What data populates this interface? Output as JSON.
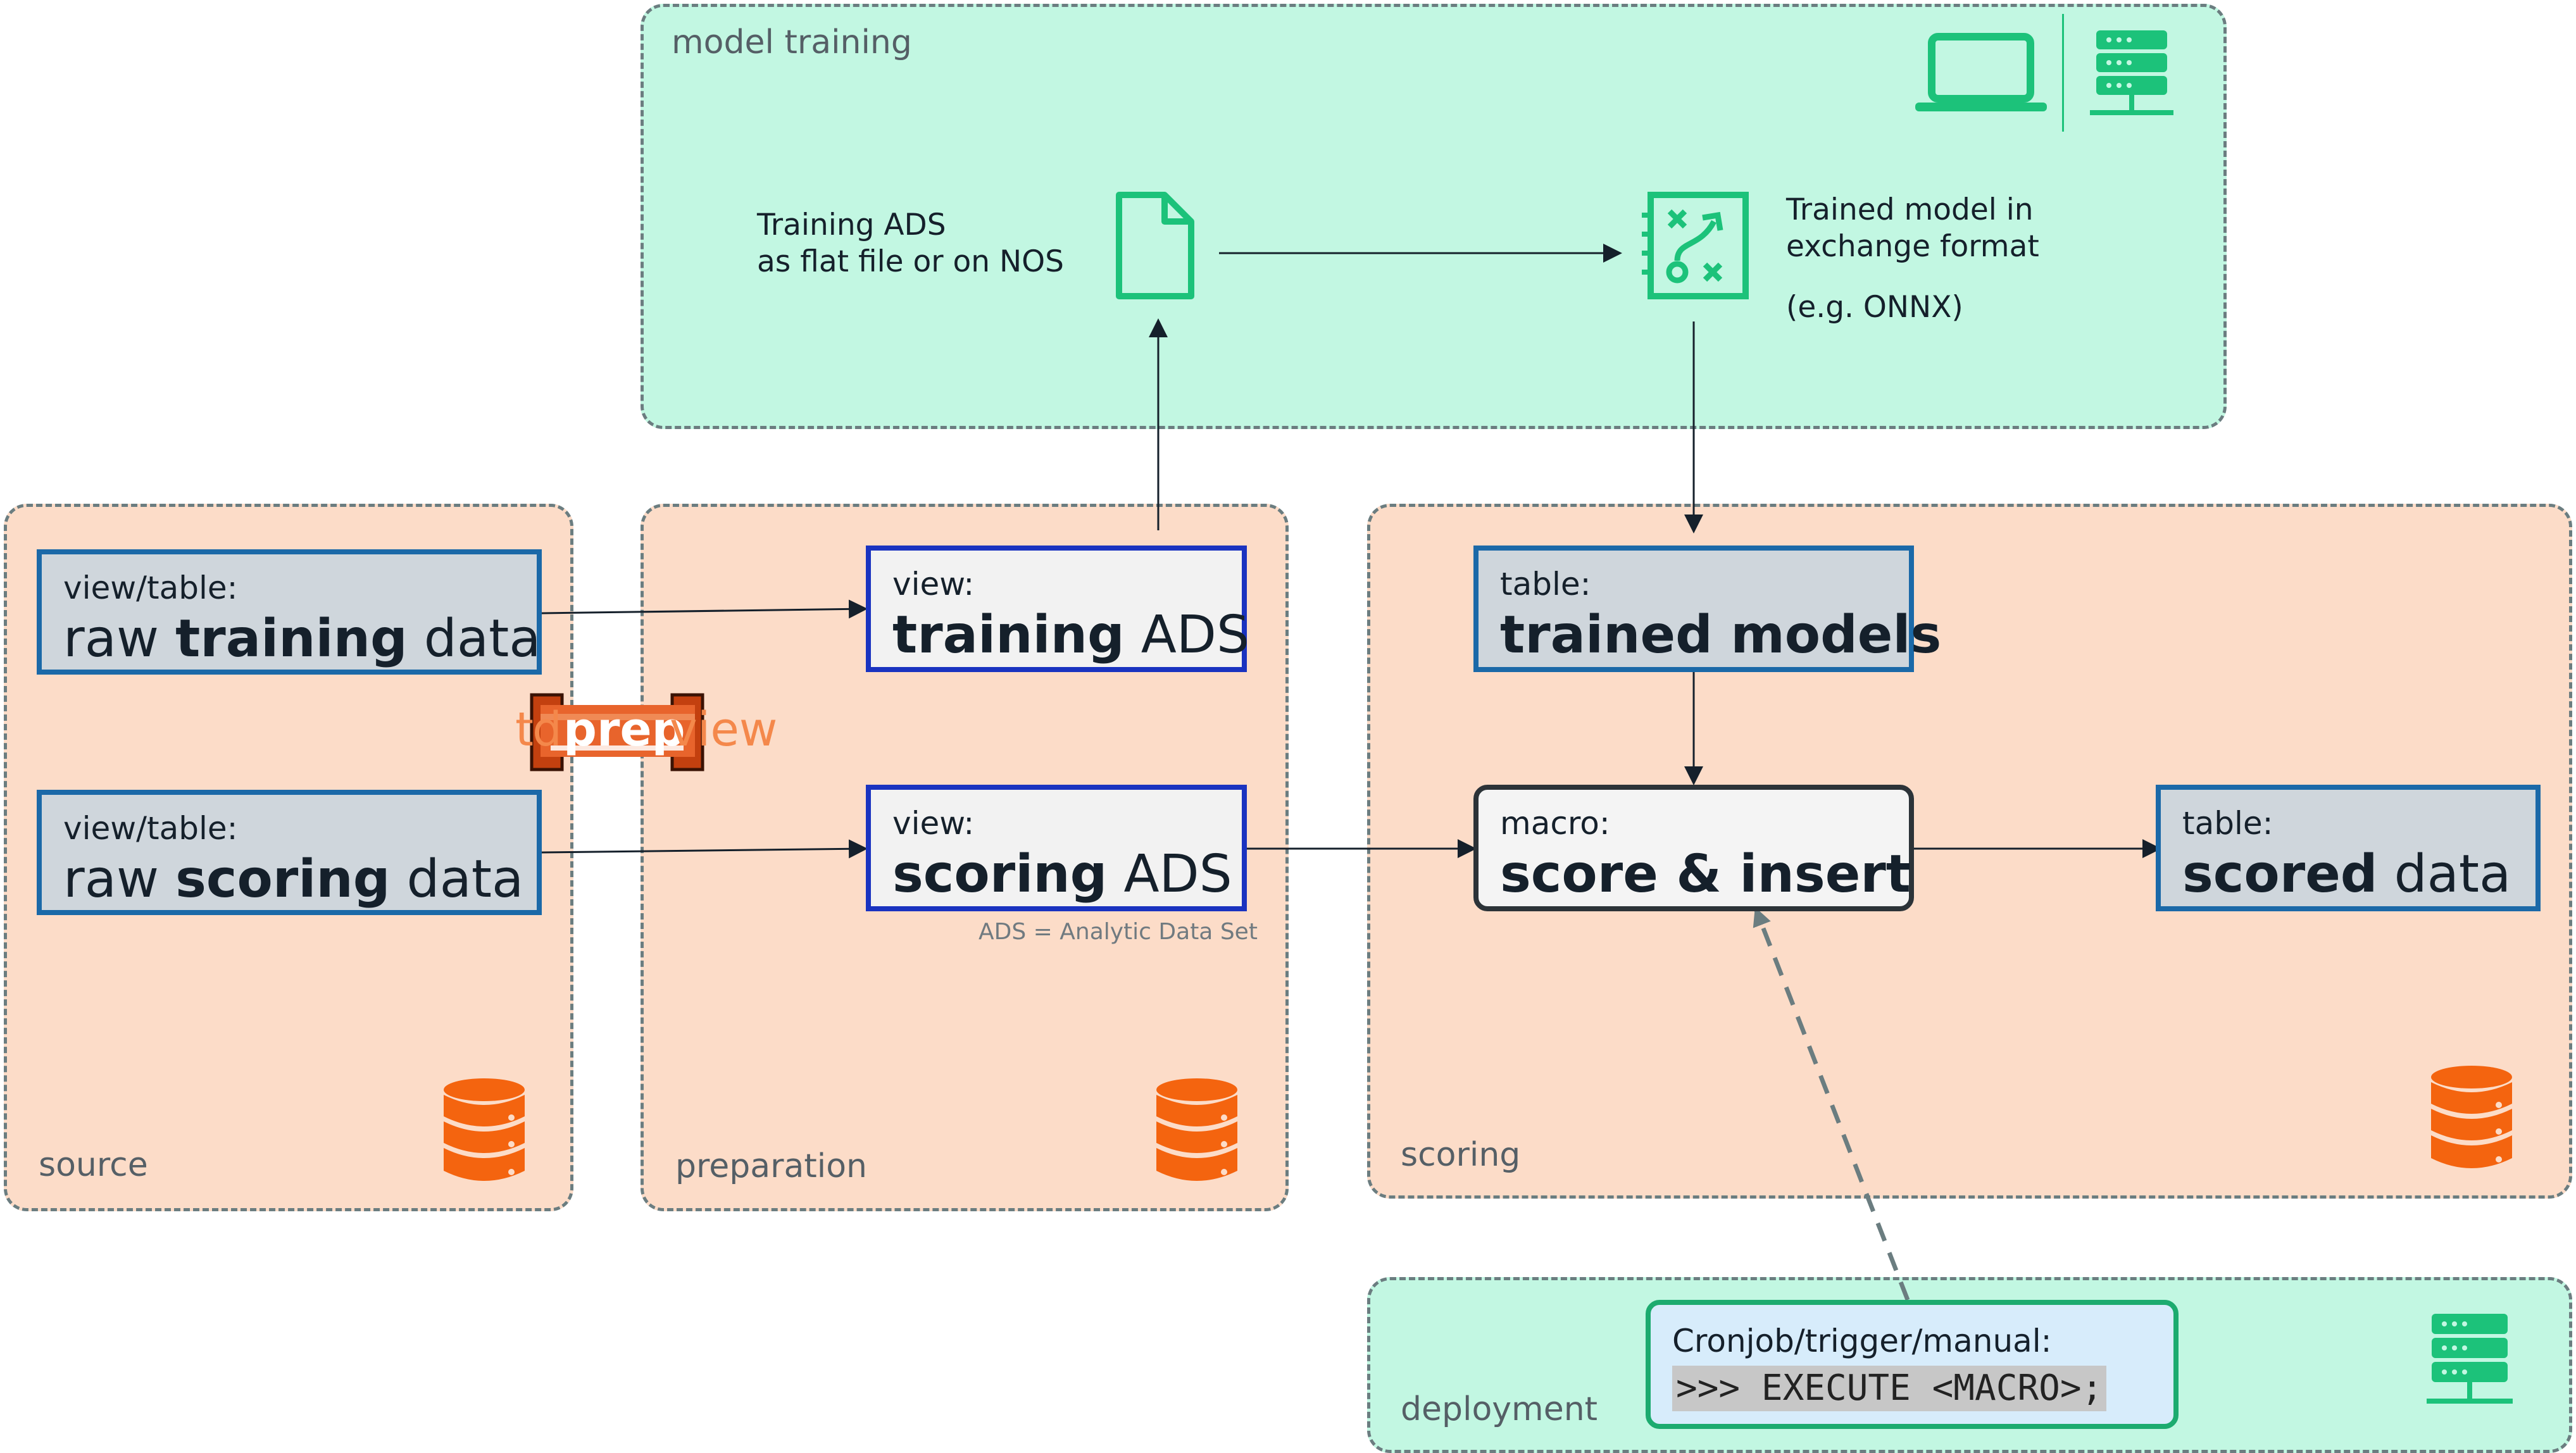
{
  "zones": {
    "model_training": "model training",
    "source": "source",
    "preparation": "preparation",
    "scoring": "scoring",
    "deployment": "deployment"
  },
  "model_training": {
    "training_ads_line1": "Training ADS",
    "training_ads_line2": "as flat file or on NOS",
    "trained_model_line1": "Trained model in",
    "trained_model_line2": "exchange format",
    "trained_model_line3": "(e.g. ONNX)"
  },
  "boxes": {
    "raw_training": {
      "top": "view/table:",
      "pre": "raw ",
      "bold": "training",
      "post": " data"
    },
    "raw_scoring": {
      "top": "view/table:",
      "pre": "raw ",
      "bold": "scoring",
      "post": " data"
    },
    "training_ads": {
      "top": "view:",
      "pre": "",
      "bold": "training",
      "post": " ADS"
    },
    "scoring_ads": {
      "top": "view:",
      "pre": "",
      "bold": "scoring",
      "post": " ADS"
    },
    "trained_models": {
      "top": "table:",
      "pre": "",
      "bold": "trained models",
      "post": ""
    },
    "macro": {
      "top": "macro:",
      "pre": "",
      "bold": "score & insert",
      "post": ""
    },
    "scored": {
      "top": "table:",
      "pre": "",
      "bold": "scored",
      "post": " data"
    },
    "cron": {
      "top": "Cronjob/trigger/manual:",
      "code": ">>> EXECUTE <MACRO>;"
    }
  },
  "ads_note": "ADS = Analytic Data Set",
  "tdprepview": {
    "left": "td",
    "middle": "prep",
    "right": "view"
  },
  "colors": {
    "orange_zone": "#fcdcc8",
    "green_zone": "#c2f7e2",
    "database_icon": "#f4640f",
    "green_icon": "#1cc27a",
    "arrow": "#15202b"
  },
  "icons": [
    "laptop-icon",
    "server-icon",
    "file-icon",
    "model-blueprint-icon",
    "database-icon"
  ]
}
